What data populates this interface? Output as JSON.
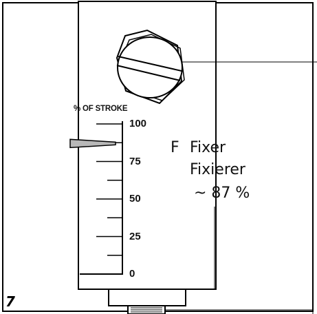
{
  "figure": {
    "number": "7",
    "scale_title": "% OF STROKE",
    "scale_ticks": [
      {
        "value": 100,
        "label": "100"
      },
      {
        "value": 75,
        "label": "75"
      },
      {
        "value": 50,
        "label": "50"
      },
      {
        "value": 25,
        "label": "25"
      },
      {
        "value": 0,
        "label": "0"
      }
    ],
    "pointer_value_percent": 87,
    "callout": {
      "letter": "F",
      "line1": "Fixer",
      "line2": "Fixierer",
      "line3": "~ 87 %"
    }
  },
  "colors": {
    "outline": "#000000",
    "pointer_fill": "#b8b8b8",
    "background": "#ffffff"
  },
  "icons": [
    "adjustment-screw-icon"
  ]
}
